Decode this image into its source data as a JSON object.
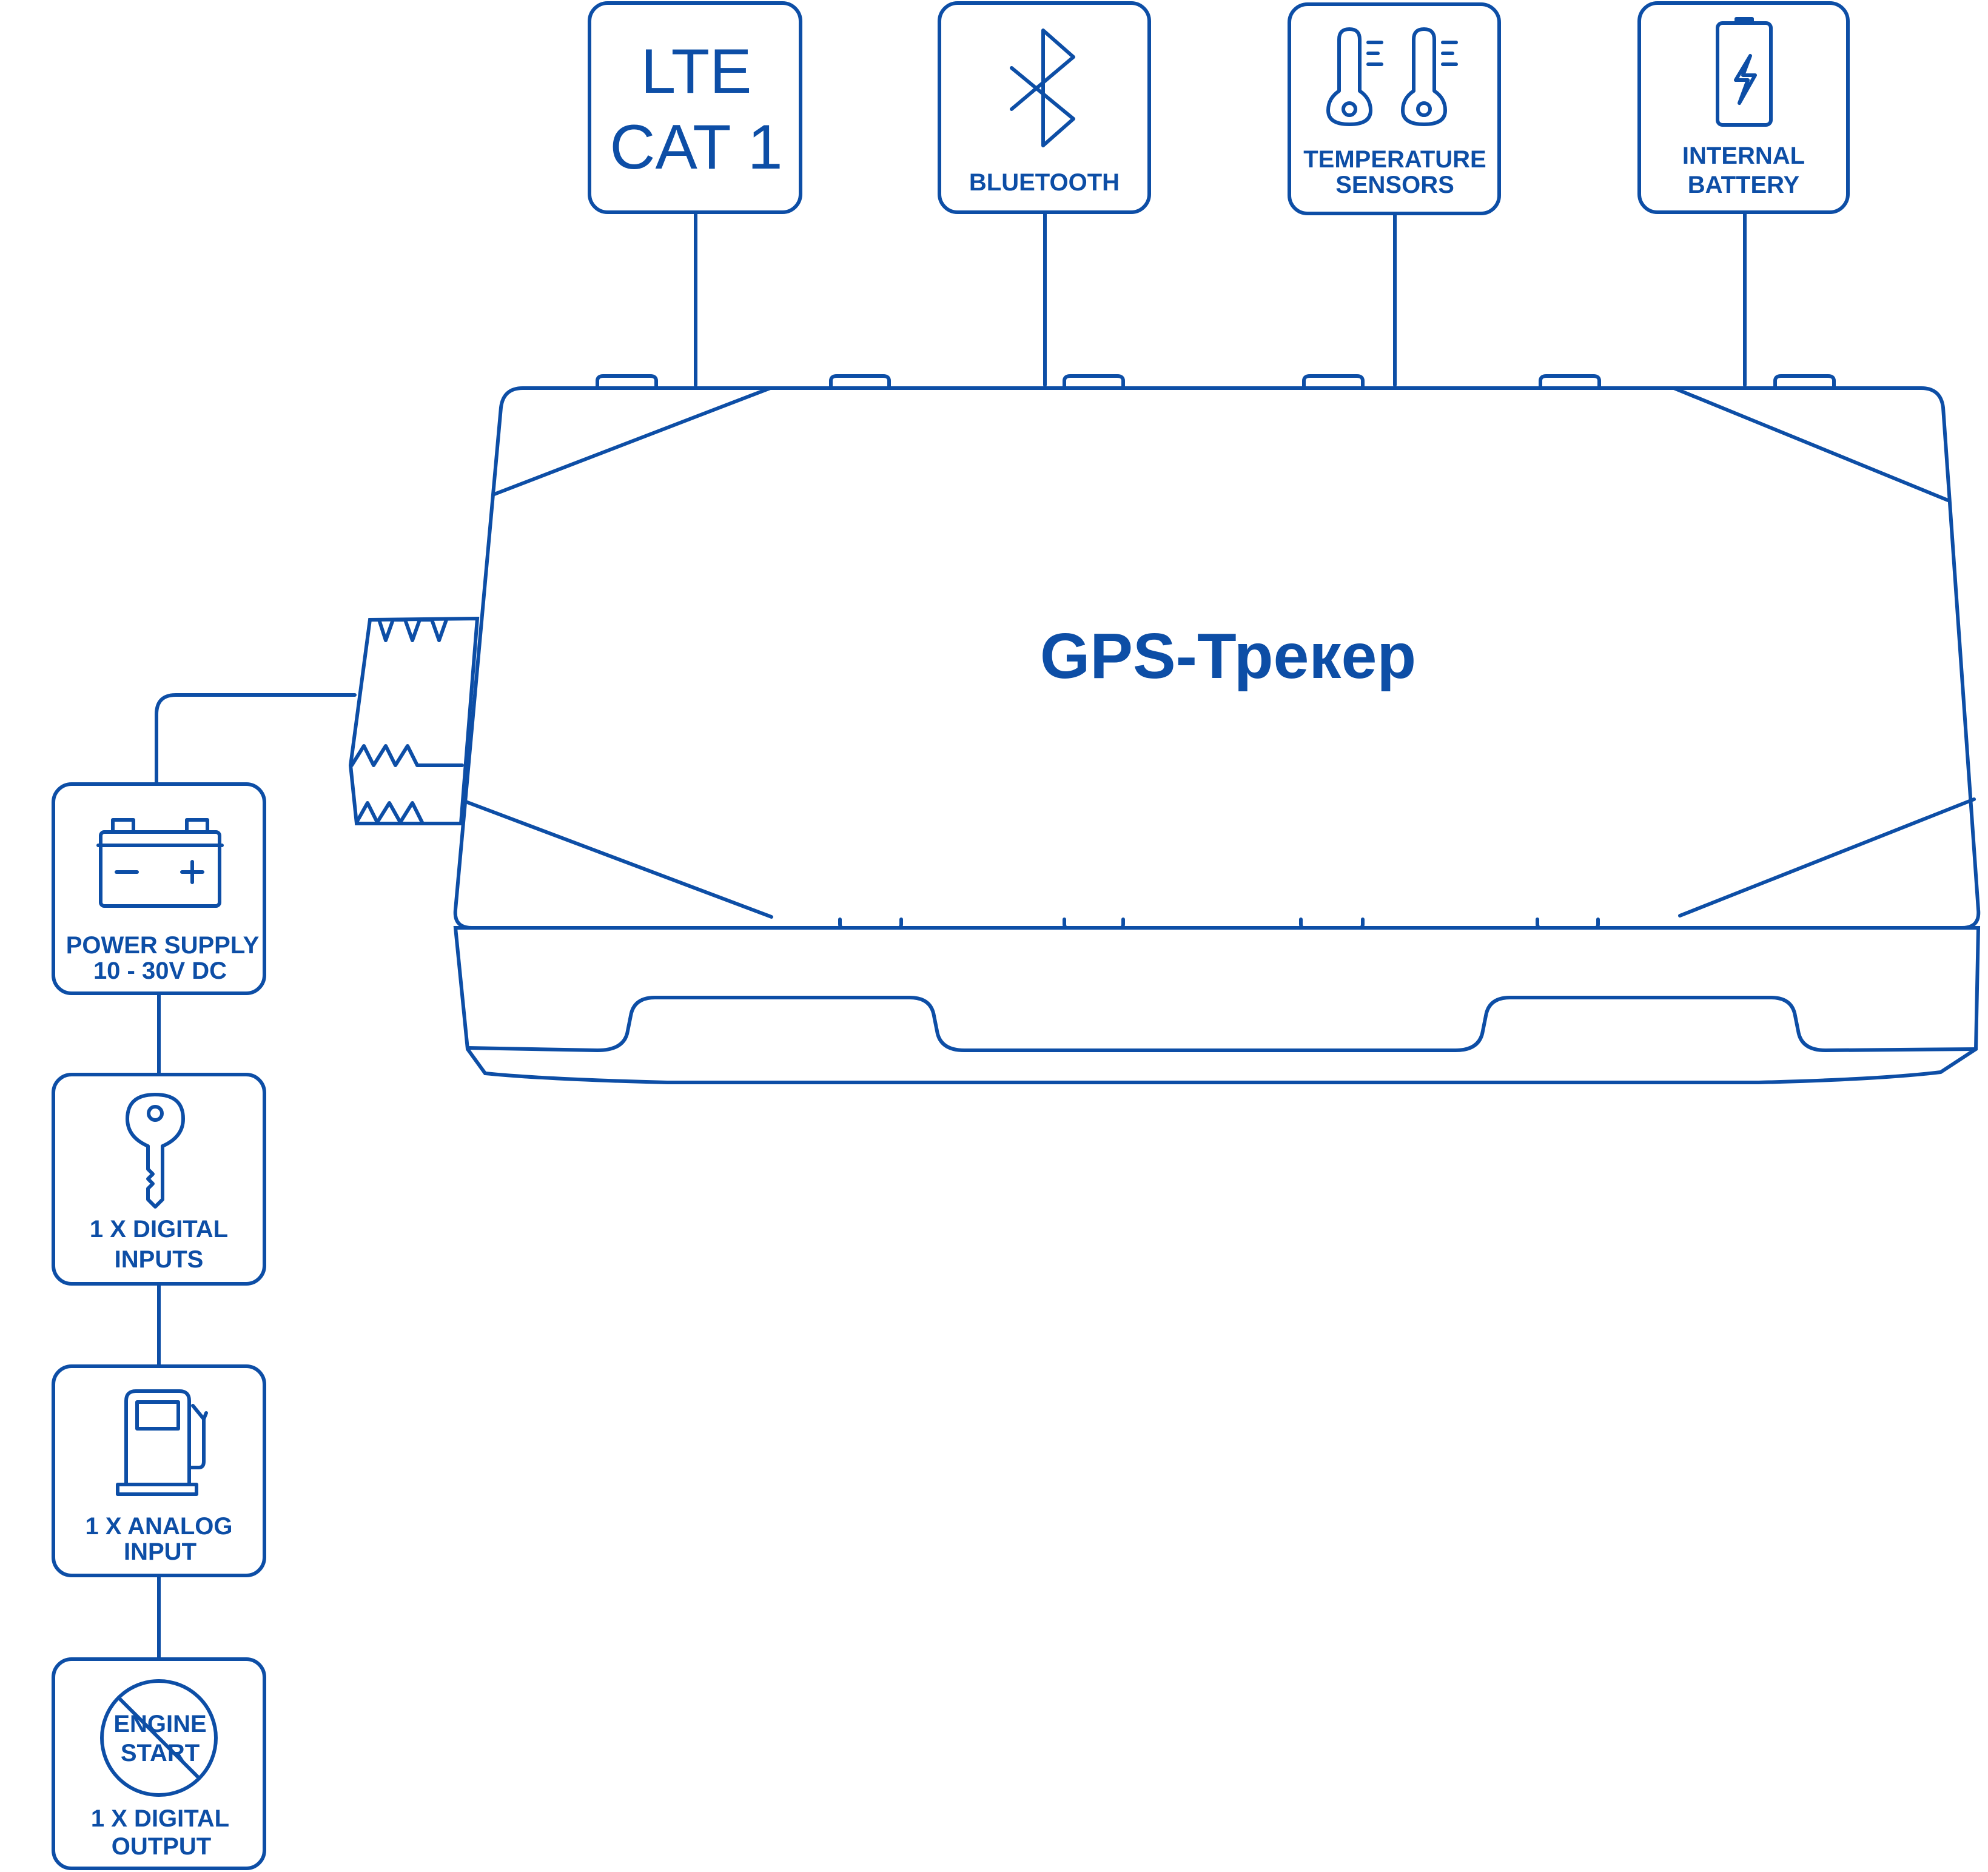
{
  "device": {
    "title": "GPS-Трекер"
  },
  "features_top": [
    {
      "line1": "LTE",
      "line2": "CAT 1",
      "icon": "lte-text"
    },
    {
      "line1": "BLUETOOTH",
      "line2": "",
      "icon": "bluetooth-icon"
    },
    {
      "line1": "TEMPERATURE",
      "line2": "SENSORS",
      "icon": "thermometer-icon"
    },
    {
      "line1": "INTERNAL",
      "line2": "BATTERY",
      "icon": "battery-icon"
    }
  ],
  "features_left": [
    {
      "line1": "POWER SUPPLY",
      "line2": "10 - 30V DC",
      "icon": "car-battery-icon"
    },
    {
      "line1": "1 X DIGITAL",
      "line2": "INPUTS",
      "icon": "key-icon"
    },
    {
      "line1": "1 X ANALOG",
      "line2": "INPUT",
      "icon": "fuel-pump-icon"
    },
    {
      "line1": "1 X DIGITAL",
      "line2": "OUTPUT",
      "icon": "engine-start-blocked-icon",
      "icon_text1": "ENGINE",
      "icon_text2": "START"
    }
  ],
  "colors": {
    "accent": "#0d4ea6",
    "background": "#ffffff"
  }
}
